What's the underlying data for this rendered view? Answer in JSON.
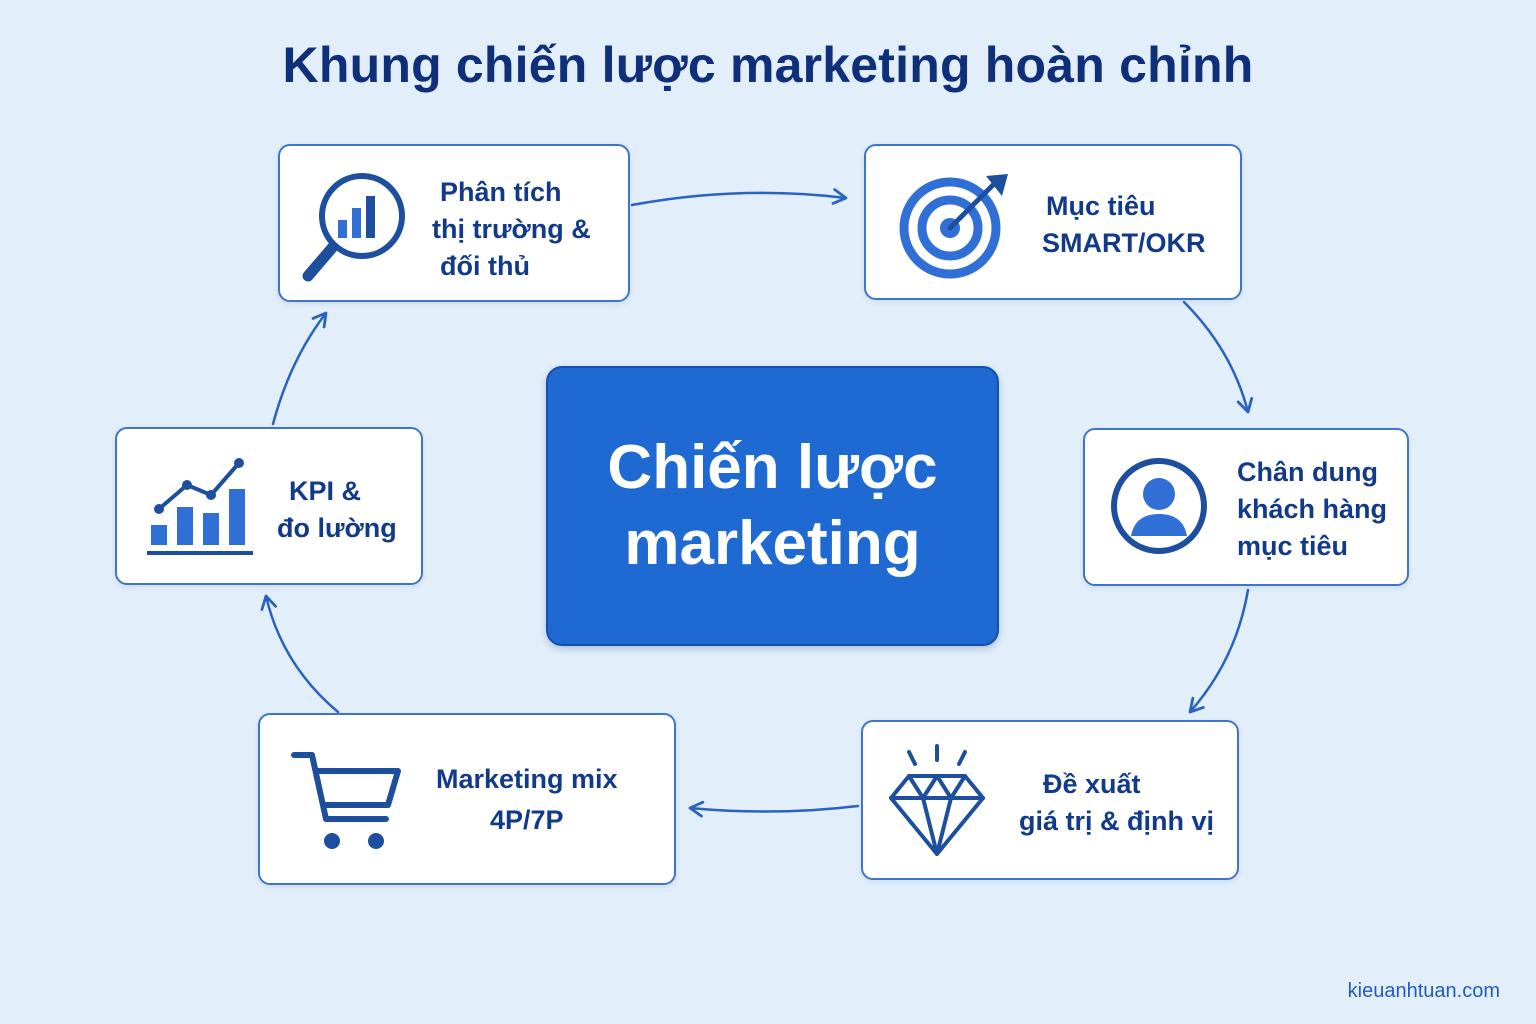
{
  "title": "Khung chiến lược marketing hoàn chỉnh",
  "center": {
    "line1": "Chiến lược",
    "line2": "marketing"
  },
  "steps": [
    {
      "icon": "magnifier-chart-icon",
      "lines": [
        "Phân tích",
        "thị trường &",
        "đối thủ"
      ]
    },
    {
      "icon": "target-arrow-icon",
      "lines": [
        "Mục tiêu",
        "SMART/OKR"
      ]
    },
    {
      "icon": "user-profile-icon",
      "lines": [
        "Chân dung",
        "khách hàng",
        "mục tiêu"
      ]
    },
    {
      "icon": "diamond-icon",
      "lines": [
        "Đề xuất",
        "giá trị & định vị"
      ]
    },
    {
      "icon": "shopping-cart-icon",
      "lines": [
        "Marketing mix",
        "4P/7P"
      ]
    },
    {
      "icon": "growth-chart-icon",
      "lines": [
        "KPI &",
        "đo lường"
      ]
    }
  ],
  "footer": "kieuanhtuan.com",
  "colors": {
    "accent": "#1f6ad2",
    "navy": "#0f2f7a",
    "background": "#e2effb",
    "border": "#3f74c9"
  }
}
